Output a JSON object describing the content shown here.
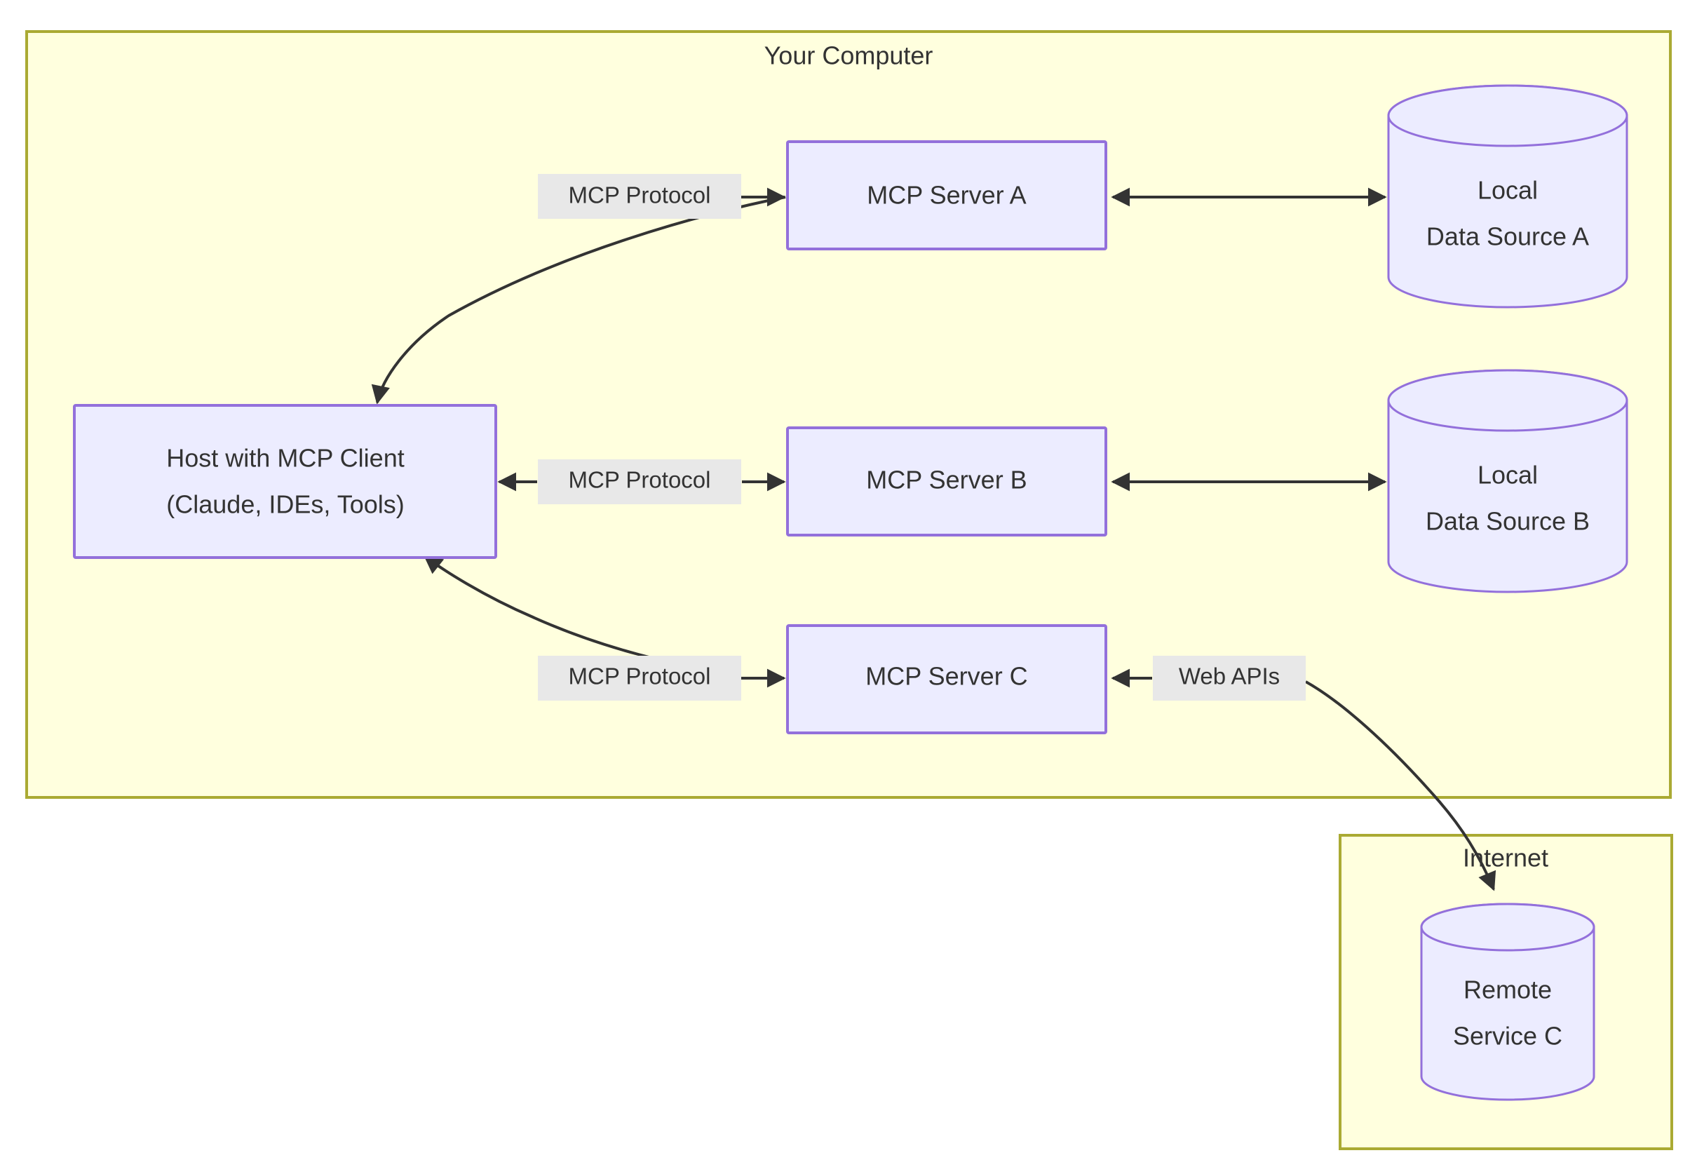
{
  "diagram": {
    "type": "flowchart",
    "title_visible": false,
    "colors": {
      "subgraph_fill": "#ffffde",
      "subgraph_stroke": "#aaaa33",
      "node_fill": "#ececff",
      "node_stroke": "#9370db",
      "edge_stroke": "#333333",
      "edge_label_bg": "#e8e8e8",
      "text": "#333333",
      "page_background": "#ffffff"
    },
    "subgraphs": [
      {
        "id": "your-computer",
        "label": "Your Computer"
      },
      {
        "id": "internet",
        "label": "Internet"
      }
    ],
    "nodes": [
      {
        "id": "host",
        "shape": "rect",
        "label_lines": [
          "Host with MCP Client",
          "(Claude, IDEs, Tools)"
        ]
      },
      {
        "id": "server-a",
        "shape": "rect",
        "label_lines": [
          "MCP Server A"
        ]
      },
      {
        "id": "server-b",
        "shape": "rect",
        "label_lines": [
          "MCP Server B"
        ]
      },
      {
        "id": "server-c",
        "shape": "rect",
        "label_lines": [
          "MCP Server C"
        ]
      },
      {
        "id": "data-a",
        "shape": "cylinder",
        "label_lines": [
          "Local",
          "Data Source A"
        ]
      },
      {
        "id": "data-b",
        "shape": "cylinder",
        "label_lines": [
          "Local",
          "Data Source B"
        ]
      },
      {
        "id": "remote-c",
        "shape": "cylinder",
        "label_lines": [
          "Remote",
          "Service C"
        ]
      }
    ],
    "edges": [
      {
        "id": "host-server-a",
        "from": "host",
        "to": "server-a",
        "label": "MCP Protocol",
        "arrow": "both-ends-curved"
      },
      {
        "id": "host-server-b",
        "from": "host",
        "to": "server-b",
        "label": "MCP Protocol",
        "arrow": "bidirectional"
      },
      {
        "id": "host-server-c",
        "from": "host",
        "to": "server-c",
        "label": "MCP Protocol",
        "arrow": "both-ends-curved"
      },
      {
        "id": "server-a-data-a",
        "from": "server-a",
        "to": "data-a",
        "label": "",
        "arrow": "bidirectional"
      },
      {
        "id": "server-b-data-b",
        "from": "server-b",
        "to": "data-b",
        "label": "",
        "arrow": "bidirectional"
      },
      {
        "id": "server-c-remote",
        "from": "server-c",
        "to": "remote-c",
        "label": "Web APIs",
        "arrow": "bidirectional"
      }
    ]
  }
}
